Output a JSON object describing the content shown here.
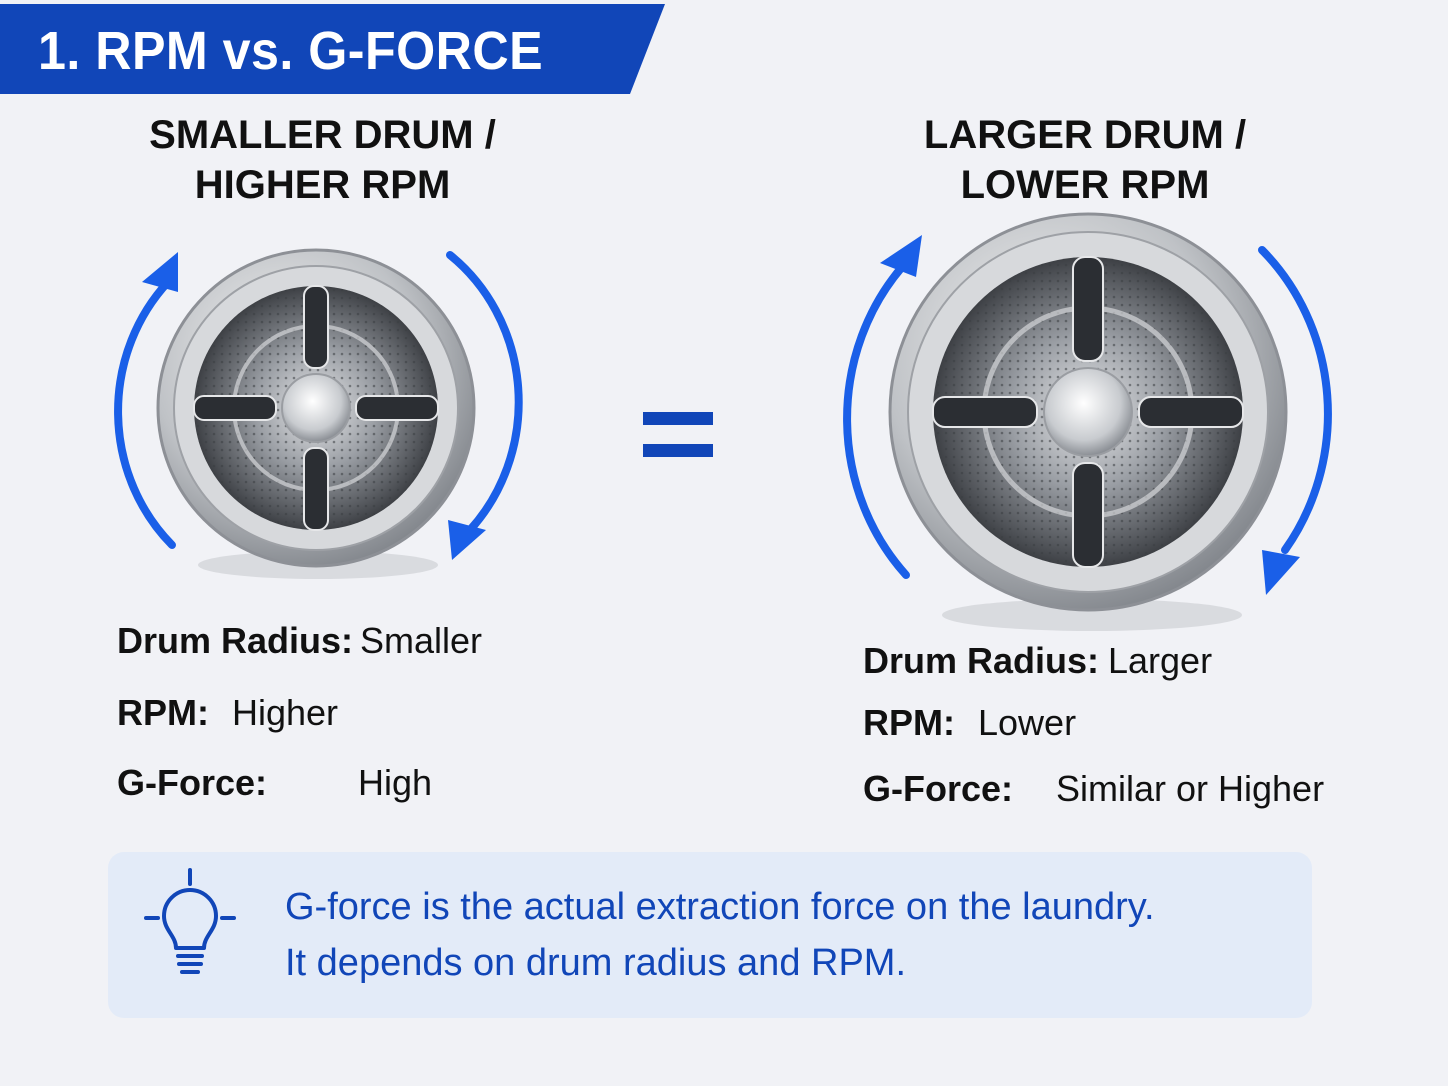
{
  "header": {
    "title": "1. RPM vs. G-FORCE"
  },
  "left_drum": {
    "heading_line1": "SMALLER DRUM /",
    "heading_line2": "HIGHER RPM",
    "specs": [
      {
        "label": "Drum Radius:",
        "value": "Smaller"
      },
      {
        "label": "RPM:",
        "value": "Higher"
      },
      {
        "label": "G-Force:",
        "value": "High"
      }
    ]
  },
  "right_drum": {
    "heading_line1": "LARGER DRUM /",
    "heading_line2": "LOWER RPM",
    "specs": [
      {
        "label": "Drum Radius:",
        "value": "Larger"
      },
      {
        "label": "RPM:",
        "value": "Lower"
      },
      {
        "label": "G-Force:",
        "value": "Similar or Higher"
      }
    ]
  },
  "info": {
    "line1": "G-force is the actual extraction force on the laundry.",
    "line2": "It depends on drum radius and RPM.",
    "icon": "lightbulb-icon"
  },
  "colors": {
    "accent": "#1146b8",
    "arrow": "#1a5fe8",
    "info_background": "#e3ebf8",
    "page_background": "#f1f2f6"
  }
}
